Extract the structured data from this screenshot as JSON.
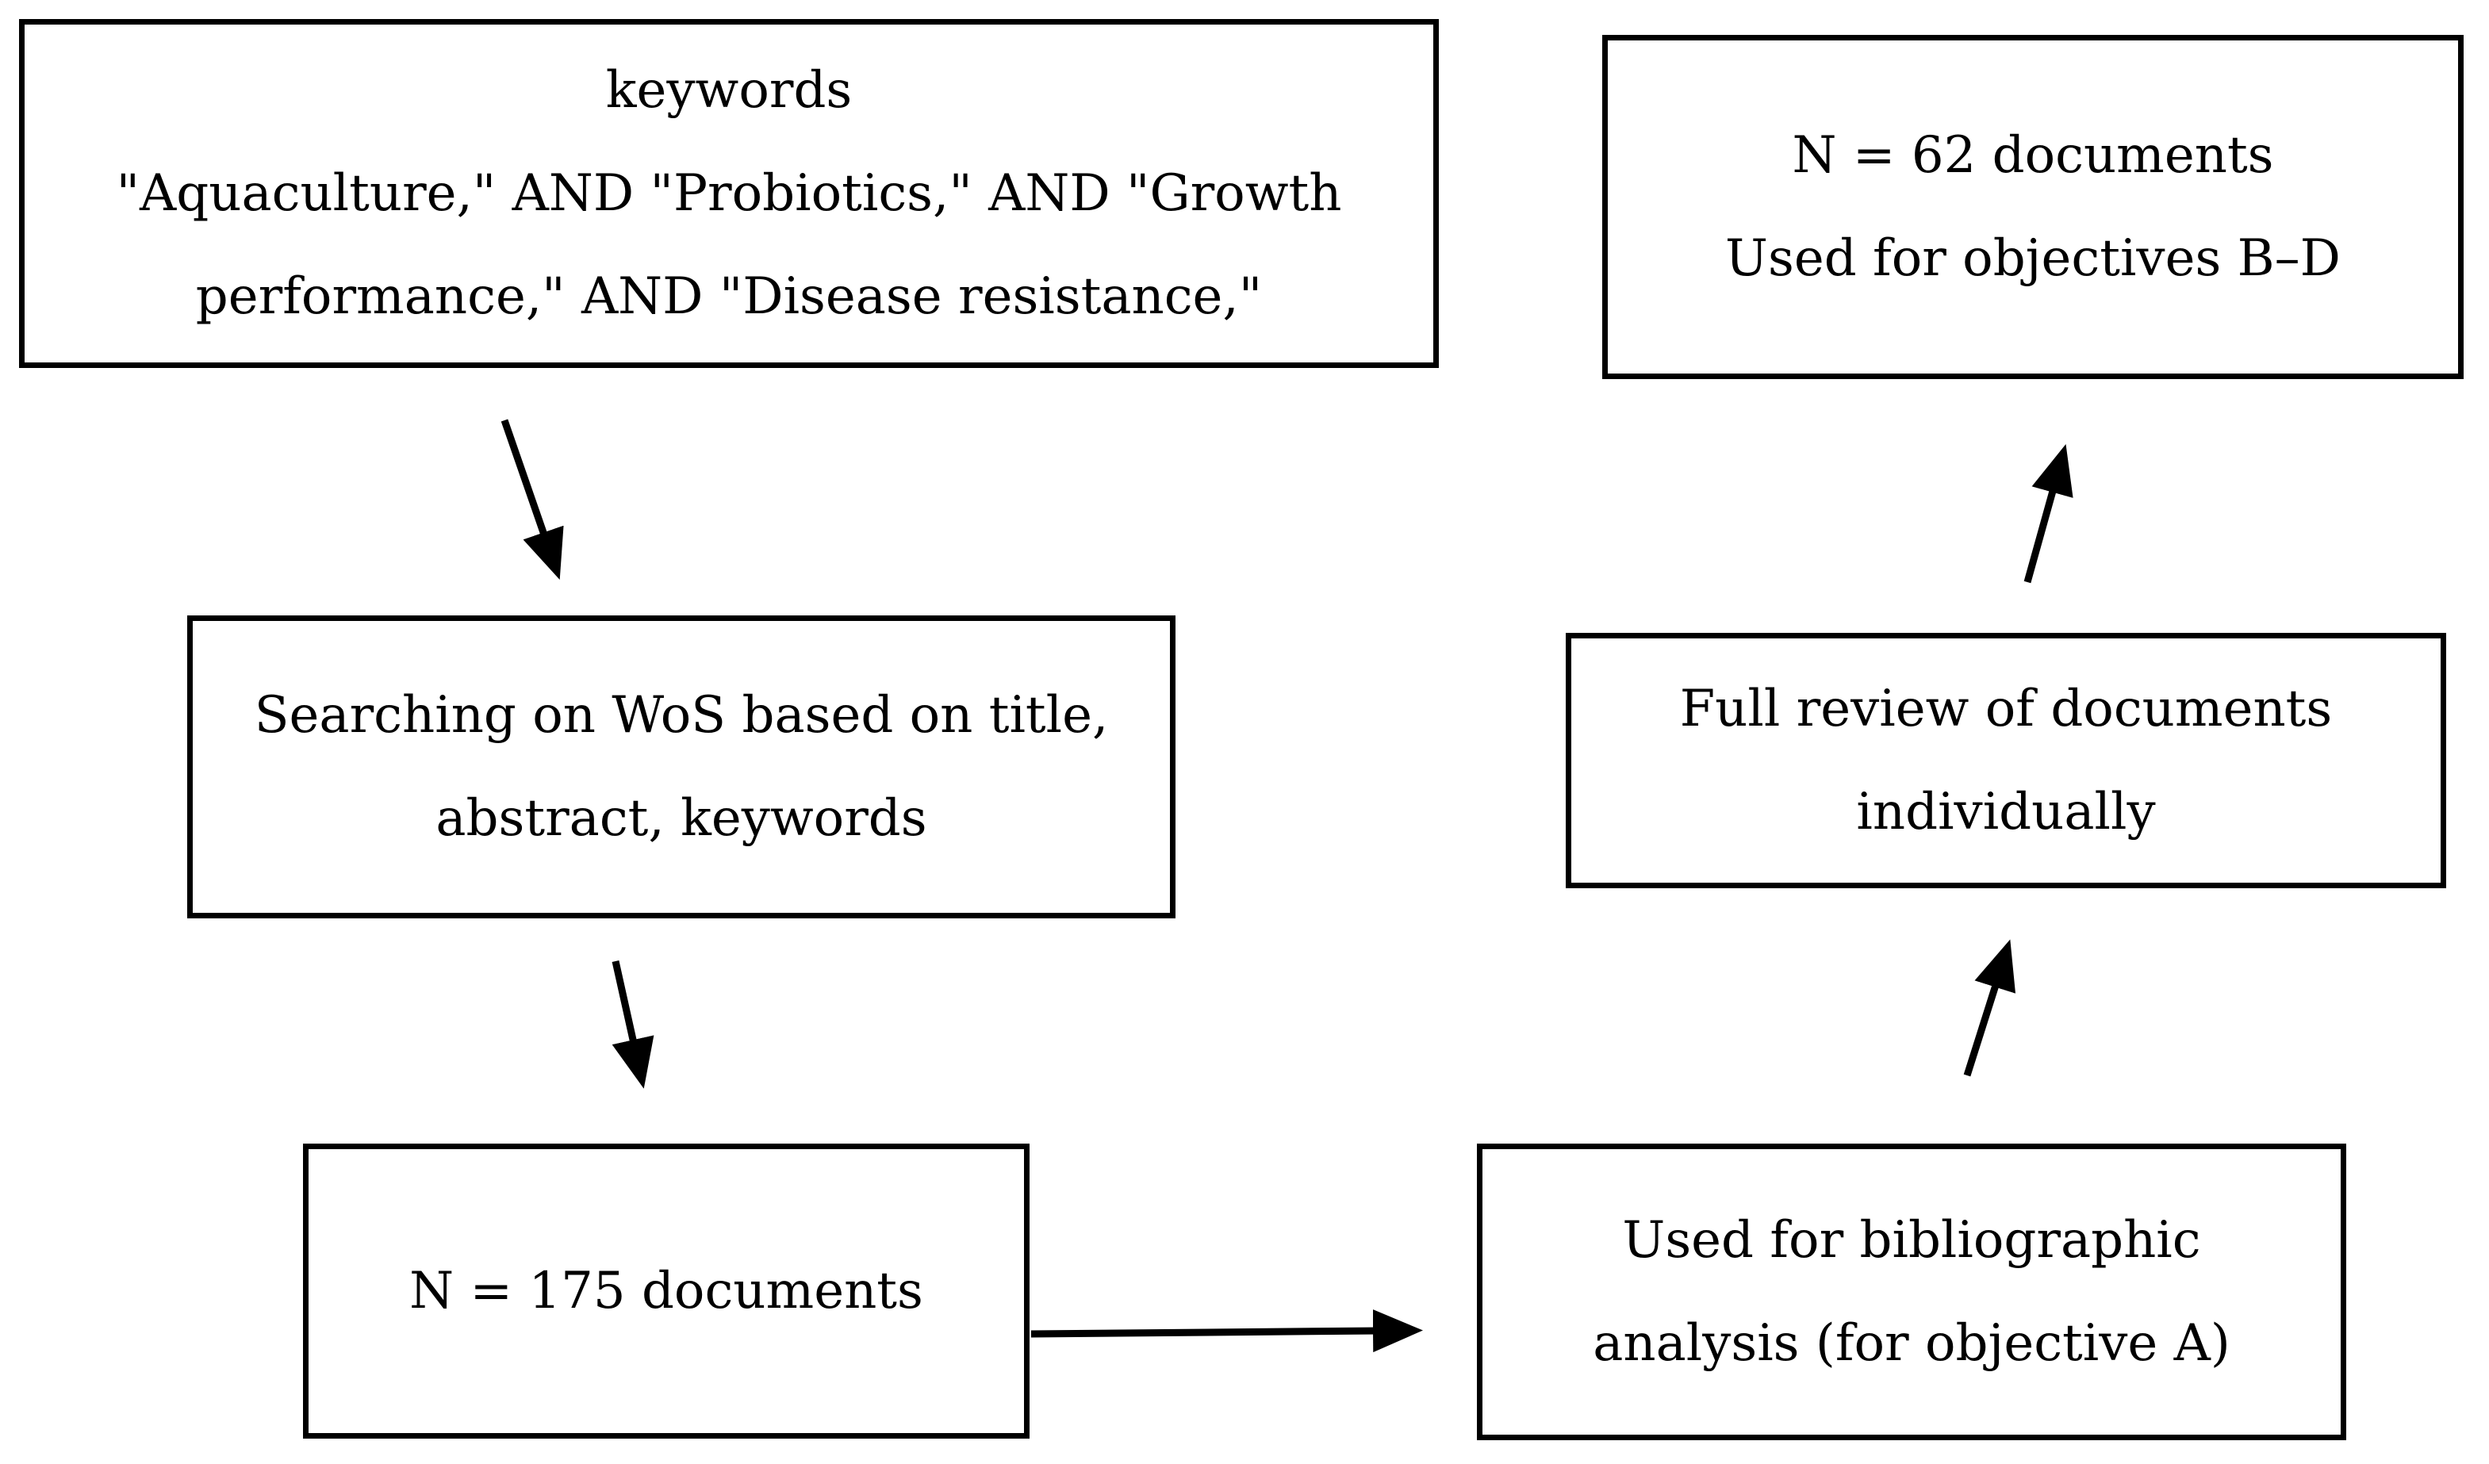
{
  "boxes": {
    "keywords": {
      "lines": [
        "keywords",
        "\"Aquaculture,\" AND \"Probiotics,\" AND \"Growth",
        "performance,\" AND \"Disease resistance,\""
      ]
    },
    "search": {
      "lines": [
        "Searching on WoS based on title,",
        "abstract, keywords"
      ]
    },
    "n175": {
      "lines": [
        "N = 175 documents"
      ]
    },
    "biblio": {
      "lines": [
        "Used for bibliographic",
        "analysis (for objective A)"
      ]
    },
    "full_review": {
      "lines": [
        "Full review of documents",
        "individually"
      ]
    },
    "n62": {
      "lines": [
        "N = 62 documents",
        "Used for objectives B–D"
      ]
    }
  },
  "colors": {
    "stroke": "#000000",
    "background": "#ffffff"
  }
}
